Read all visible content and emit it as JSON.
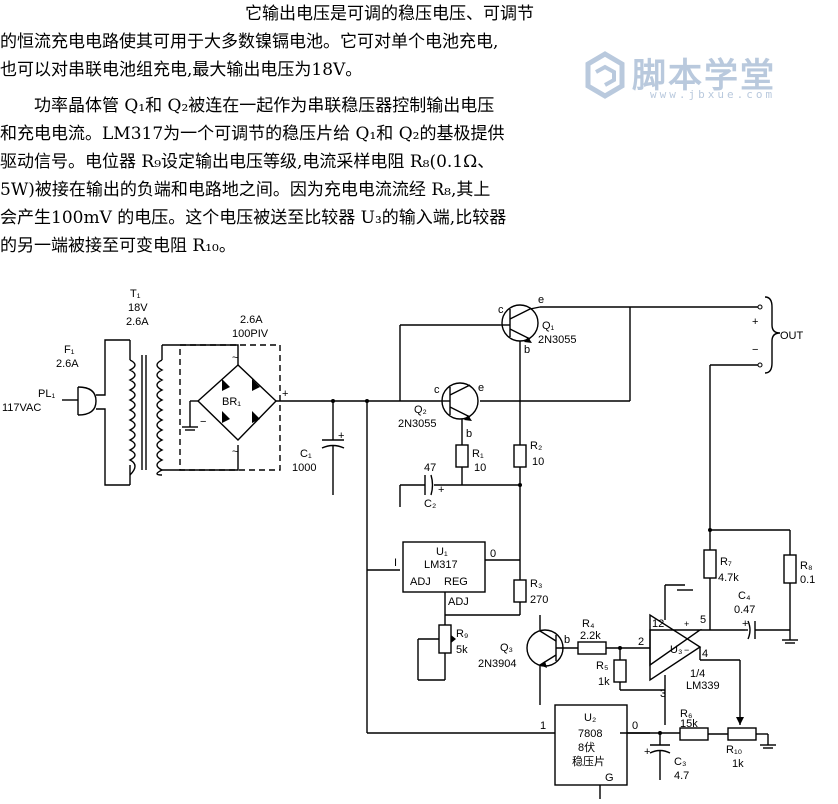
{
  "article": {
    "paragraph1": [
      "它输出电压是可调的稳压电压、可调节",
      "的恒流充电电路使其可用于大多数镍镉电池。它可对单个电池充电,",
      "也可以对串联电池组充电,最大输出电压为18V。"
    ],
    "paragraph2": [
      "功率晶体管 Q₁和 Q₂被连在一起作为串联稳压器控制输出电压",
      "和充电电流。LM317为一个可调节的稳压片给 Q₁和 Q₂的基极提供",
      "驱动信号。电位器 R₉设定输出电压等级,电流采样电阻 R₈(0.1Ω、",
      "5W)被接在输出的负端和电路地之间。因为充电电流流经 R₈,其上",
      "会产生100mV 的电压。这个电压被送至比较器 U₃的输入端,比较器",
      "的另一端被接至可变电阻 R₁₀。"
    ]
  },
  "watermark": {
    "name": "脚本学堂",
    "url": "www.jbxue.com"
  },
  "schematic": {
    "labels": {
      "t1": "T₁",
      "t1_v": "18V",
      "t1_a": "2.6A",
      "f1": "F₁",
      "f1_a": "2.6A",
      "pl1": "PL₁",
      "pl1_v": "117VAC",
      "br_a": "2.6A",
      "br_piv": "100PIV",
      "br1": "BR₁",
      "plus": "+",
      "ac1": "~",
      "ac2": "~",
      "minus": "−",
      "c1": "C₁",
      "c1_v": "1000",
      "c2": "C₂",
      "c2_v": "47",
      "q1": "Q₁",
      "q1_p": "2N3055",
      "q2": "Q₂",
      "q2_p": "2N3055",
      "q3": "Q₃",
      "q3_p": "2N3904",
      "r1": "R₁",
      "r1_v": "10",
      "r2": "R₂",
      "r2_v": "10",
      "r3": "R₃",
      "r3_v": "270",
      "r4": "R₄",
      "r4_v": "2.2k",
      "r5": "R₅",
      "r5_v": "1k",
      "r6": "R₆",
      "r6_v": "15k",
      "r7": "R₇",
      "r7_v": "4.7k",
      "r8": "R₈",
      "r8_v": "0.1",
      "r9": "R₉",
      "r9_v": "5k",
      "r10": "R₁₀",
      "r10_v": "1k",
      "c3": "C₃",
      "c3_v": "4.7",
      "c4": "C₄",
      "c4_v": "0.47",
      "u1": "U₁",
      "u1_p": "LM317",
      "u1_adj": "ADJ",
      "u1_reg": "REG",
      "u1_adj2": "ADJ",
      "u1_in": "I",
      "u1_out": "0",
      "u2": "U₂",
      "u2_p": "7808",
      "u2_d1": "8伏",
      "u2_d2": "稳压片",
      "u2_g": "G",
      "u2_in": "1",
      "u2_out": "0",
      "u3": "U₃",
      "u3_f": "1/4",
      "u3_p": "LM339",
      "pin2": "2",
      "pin12": "12",
      "pin5": "5",
      "pin3": "3",
      "pin4": "4",
      "plus_in": "+",
      "minus_in": "−",
      "e1": "e",
      "c_1": "c",
      "b1": "b",
      "e2": "e",
      "c_2": "c",
      "b2": "b",
      "b3": "b",
      "out": "OUT",
      "out_p": "+",
      "out_m": "−",
      "c_plus1": "+",
      "c_plus2": "+",
      "c_plus3": "+",
      "c_plus4": "+"
    }
  }
}
